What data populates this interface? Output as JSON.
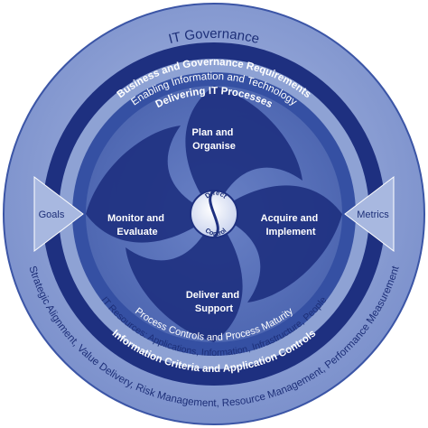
{
  "outer_ring": {
    "top": "IT Governance",
    "bottom": "Strategic Alignment, Value Delivery, Risk Management, Resource Management, Performance Measurement"
  },
  "top_bands": {
    "business": "Business and Governance Requirements",
    "enabling": "Enabling Information and Technology",
    "delivering": "Delivering IT Processes"
  },
  "bottom_bands": {
    "process_controls": "Process Controls and Process Maturity",
    "it_resources": "IT Resources: Applications, Information, Infrastructure, People",
    "information_criteria": "Information Criteria and Application Controls"
  },
  "side_labels": {
    "left": "Goals",
    "right": "Metrics"
  },
  "processes": {
    "plan": [
      "Plan and",
      "Organise"
    ],
    "acquire": [
      "Acquire and",
      "Implement"
    ],
    "deliver": [
      "Deliver and",
      "Support"
    ],
    "monitor": [
      "Monitor and",
      "Evaluate"
    ]
  },
  "center": {
    "top": "Direct",
    "bottom": "Control"
  },
  "colors": {
    "dark_blue": "#1e3080",
    "mid_blue": "#3b55a6",
    "light_blue": "#8fa3d4",
    "pale_blue": "#b9c6e6"
  }
}
